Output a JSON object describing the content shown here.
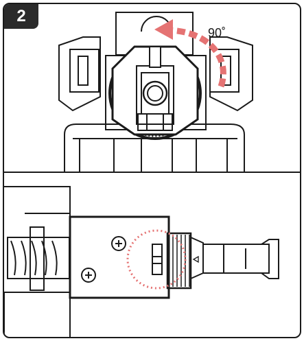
{
  "step": {
    "number": "2"
  },
  "rotation": {
    "label": "90˚",
    "direction": "counter-clockwise"
  },
  "colors": {
    "outline": "#1a1a1a",
    "arrow": "#e57373",
    "highlight_circle": "#e57373",
    "badge_bg": "#2b2b2b"
  },
  "icons": {
    "screw_heads": [
      "phillips-screw-icon",
      "phillips-screw-icon"
    ],
    "arrow_marker": "triangle-pointer-icon"
  }
}
